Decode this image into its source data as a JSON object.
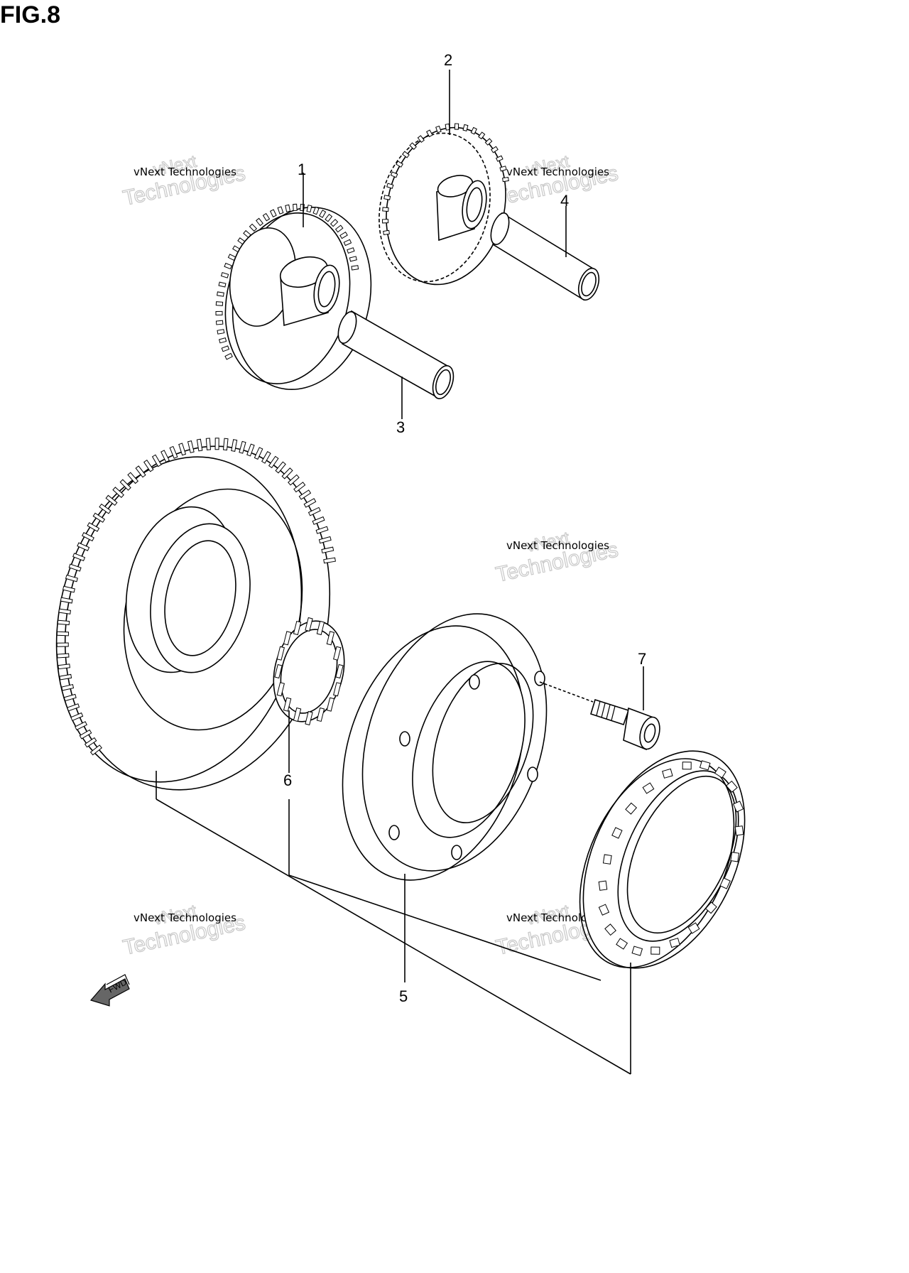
{
  "figure": {
    "title": "FIG.8"
  },
  "parts": [
    {
      "number": "1"
    },
    {
      "number": "2"
    },
    {
      "number": "3"
    },
    {
      "number": "4"
    },
    {
      "number": "5"
    },
    {
      "number": "6"
    },
    {
      "number": "7"
    }
  ],
  "direction_arrow": {
    "label": "FWD"
  },
  "watermark": {
    "line1": "vNext Technologies",
    "line2": "vNext",
    "line3": "Technologies"
  }
}
